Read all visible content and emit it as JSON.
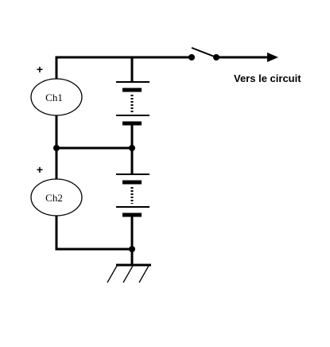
{
  "diagram": {
    "output_label": "Vers le circuit",
    "channel_1": {
      "label": "Ch1",
      "polarity": "+"
    },
    "channel_2": {
      "label": "Ch2",
      "polarity": "+"
    }
  },
  "colors": {
    "background": "#ffffff",
    "ink": "#000000"
  }
}
